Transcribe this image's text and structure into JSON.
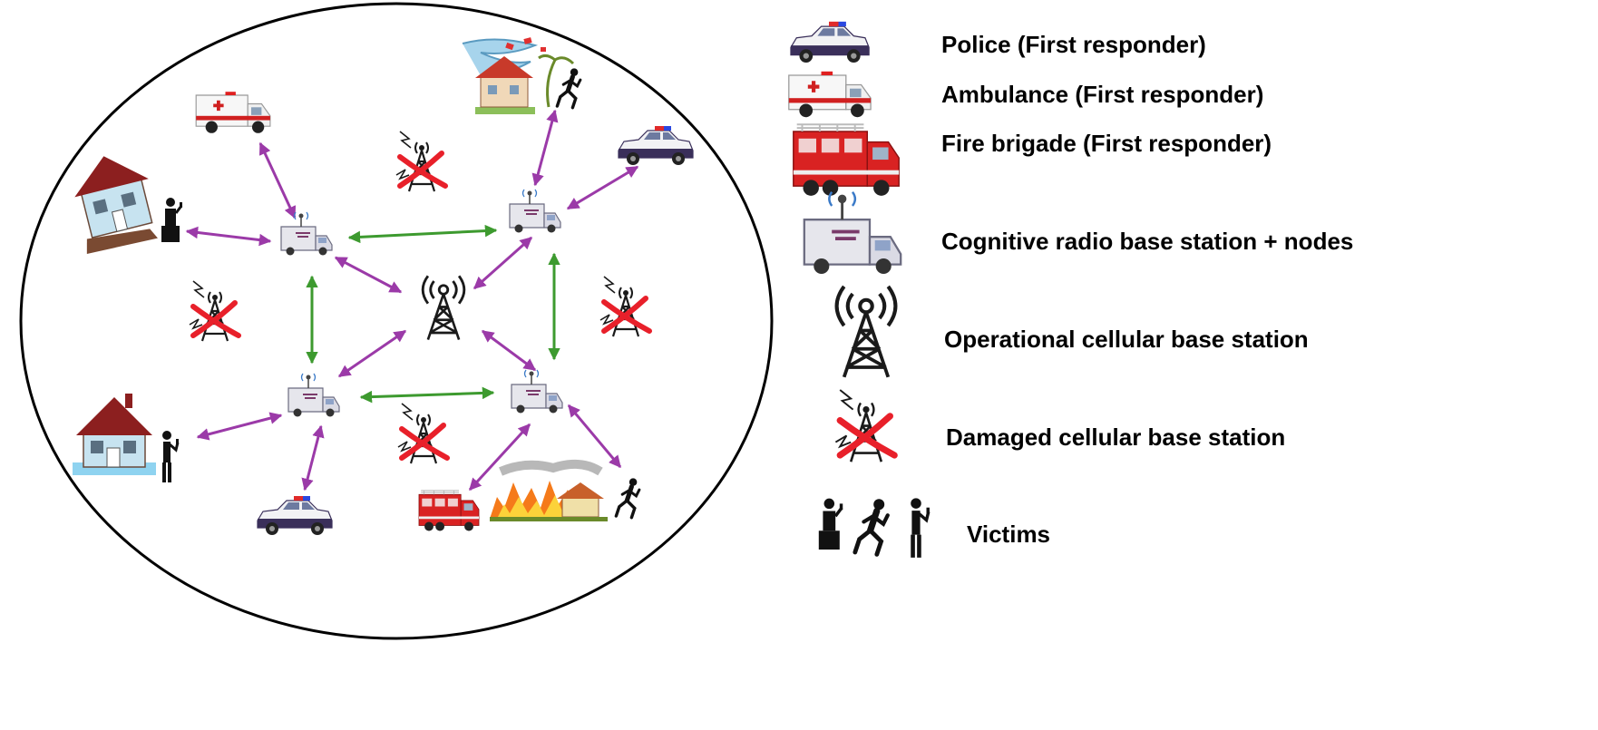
{
  "colors": {
    "purple_link": "#9b3aa8",
    "green_link": "#3d9a2f",
    "damage_x": "#e8202a",
    "tower": "#1a1a1a",
    "van": "#e6e6ec",
    "police": "#3a2f5a",
    "ambulance": "#f4f4f4",
    "fire": "#d92222",
    "house_roof": "#8c1f1f",
    "house_wall": "#c7e3f0",
    "flood": "#8fd3f0"
  },
  "legend": {
    "police": "Police (First responder)",
    "ambulance": "Ambulance (First responder)",
    "fire": "Fire brigade (First responder)",
    "crbs": "Cognitive radio base station + nodes",
    "operational": "Operational cellular base station",
    "damaged": "Damaged cellular base station",
    "victims": "Victims"
  },
  "icons": [
    "police-car-icon",
    "ambulance-icon",
    "fire-truck-icon",
    "cr-van-icon",
    "cell-tower-icon",
    "damaged-tower-icon",
    "victim-icon",
    "house-icon",
    "tornado-icon",
    "wildfire-icon"
  ]
}
